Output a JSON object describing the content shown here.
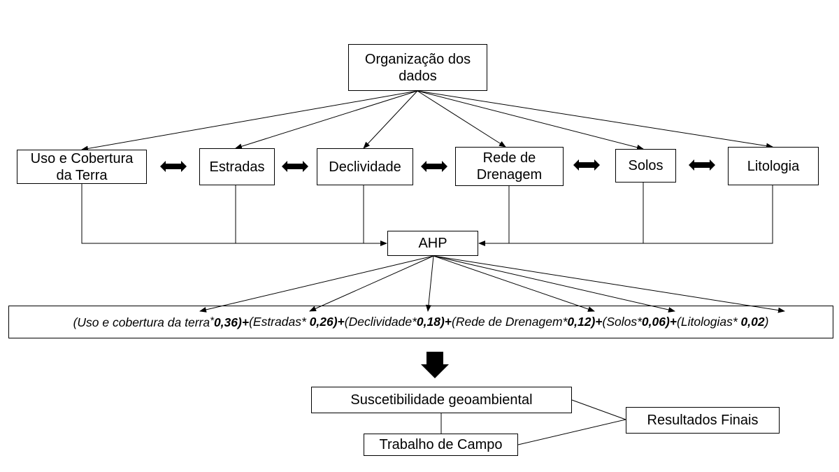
{
  "top": {
    "line1": "Organização dos",
    "line2": "dados"
  },
  "factors": [
    {
      "line1": "Uso e Cobertura",
      "line2": "da Terra"
    },
    {
      "line1": "Estradas",
      "line2": ""
    },
    {
      "line1": "Declividade",
      "line2": ""
    },
    {
      "line1": "Rede de",
      "line2": "Drenagem"
    },
    {
      "line1": "Solos",
      "line2": ""
    },
    {
      "line1": "Litologia",
      "line2": ""
    }
  ],
  "ahp": "AHP",
  "formula": {
    "terms": [
      {
        "name": "(Uso e cobertura da terra",
        "star": "*",
        "weight": "0,36",
        "sep": ")+"
      },
      {
        "name": "(Estradas",
        "star": "* ",
        "weight": "0,26",
        "sep": ")+"
      },
      {
        "name": "(Declividade",
        "star": "*",
        "weight": "0,18",
        "sep": ")+"
      },
      {
        "name": "(Rede de Drenagem",
        "star": "*",
        "weight": "0,12",
        "sep": ")+"
      },
      {
        "name": "(Solos",
        "star": "*",
        "weight": "0,06",
        "sep": ")+"
      },
      {
        "name": "(Litologias",
        "star": "* ",
        "weight": "0,02",
        "sep": ")"
      }
    ]
  },
  "bottom": {
    "suscetibilidade": "Suscetibilidade geoambiental",
    "trabalho": "Trabalho de Campo",
    "resultados": "Resultados Finais"
  }
}
